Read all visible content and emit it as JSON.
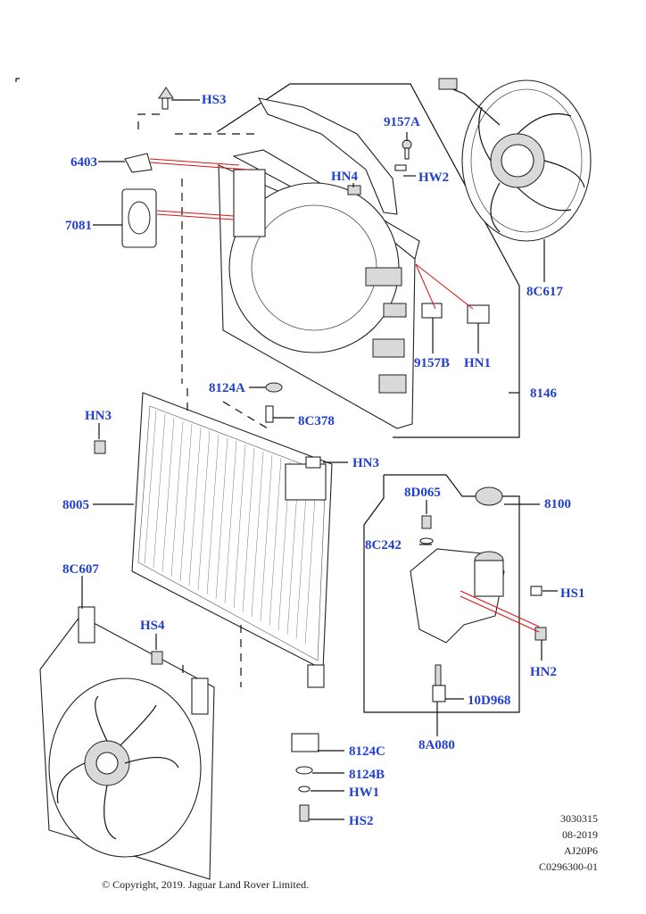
{
  "labels": {
    "HS3": "HS3",
    "p9157A": "9157A",
    "p6403": "6403",
    "HN4": "HN4",
    "HW2": "HW2",
    "p7081": "7081",
    "p8C617": "8C617",
    "p9157B": "9157B",
    "HN1": "HN1",
    "p8146": "8146",
    "p8124A": "8124A",
    "HN3a": "HN3",
    "p8C378": "8C378",
    "HN3b": "HN3",
    "p8005": "8005",
    "p8D065": "8D065",
    "p8100": "8100",
    "p8C242": "8C242",
    "p8C607": "8C607",
    "HS1": "HS1",
    "HS4": "HS4",
    "HN2": "HN2",
    "p10D968": "10D968",
    "p8A080": "8A080",
    "p8124C": "8124C",
    "p8124B": "8124B",
    "HW1": "HW1",
    "HS2": "HS2"
  },
  "meta": {
    "line1": "3030315",
    "line2": "08-2019",
    "line3": "AJ20P6",
    "line4": "C0296300-01"
  },
  "copyright": "© Copyright, 2019. Jaguar Land Rover Limited.",
  "colors": {
    "label": "#1f3fd1",
    "leader_highlight": "#dd1111"
  }
}
